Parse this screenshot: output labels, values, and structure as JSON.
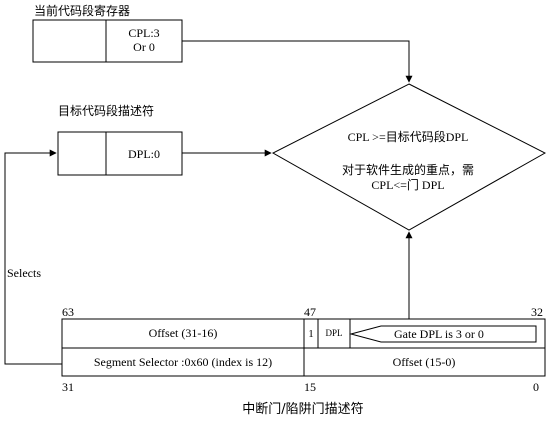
{
  "current_segment": {
    "title": "当前代码段寄存器",
    "cpl_line1": "CPL:3",
    "cpl_line2": "Or 0"
  },
  "target_segment": {
    "title": "目标代码段描述符",
    "dpl": "DPL:0"
  },
  "decision": {
    "line1": "CPL >=目标代码段DPL",
    "line2": "对于软件生成的重点，需",
    "line3": "CPL<=门 DPL"
  },
  "selects_label": "Selects",
  "gate": {
    "bit_labels": {
      "b63": "63",
      "b47": "47",
      "b32": "32",
      "b31": "31",
      "b15": "15",
      "b0": "0"
    },
    "offset_high": "Offset (31-16)",
    "present_bit": "1",
    "dpl_field": "DPL",
    "callout": "Gate DPL is 3 or 0",
    "segment_selector": "Segment Selector :0x60 (index is 12)",
    "offset_low": "Offset  (15-0)",
    "caption": "中断门/陷阱门描述符"
  }
}
